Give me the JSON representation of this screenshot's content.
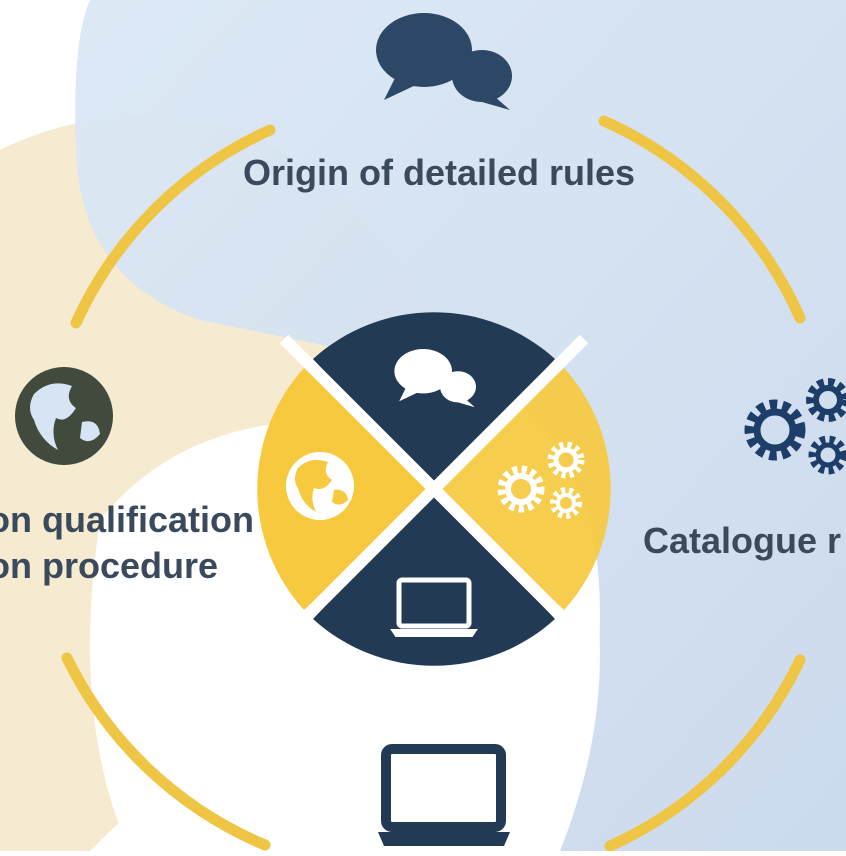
{
  "labels": {
    "top": "Origin of detailed rules",
    "left_line1": "on qualification",
    "left_line2": "on procedure",
    "right": "Catalogue r"
  },
  "icons": {
    "top": "speech-bubbles-icon",
    "left": "globe-icon",
    "right": "gears-icon",
    "bottom": "laptop-icon"
  },
  "colors": {
    "navy": "#233a55",
    "gold": "#f6c93f",
    "ring": "#efc545",
    "label_text": "#3a4a5c",
    "blob_blue": "#d6e4f3",
    "blob_cream": "#f6ead0"
  }
}
